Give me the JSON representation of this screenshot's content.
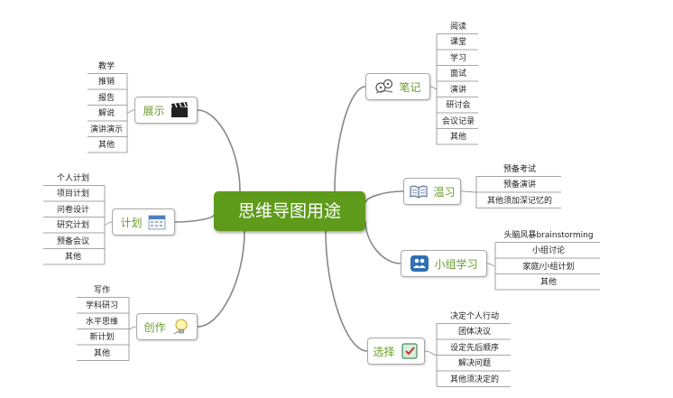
{
  "center": {
    "title": "思维导图用途"
  },
  "branches": {
    "notes": {
      "label": "笔记",
      "icon": "film-reel-icon",
      "items": [
        "阅读",
        "课堂",
        "学习",
        "面试",
        "演讲",
        "研讨会",
        "会议记录",
        "其他"
      ]
    },
    "review": {
      "label": "温习",
      "icon": "open-book-icon",
      "items": [
        "预备考试",
        "预备演讲",
        "其他须加深记忆的"
      ]
    },
    "group": {
      "label": "小组学习",
      "icon": "people-icon",
      "items": [
        "头脑风暴brainstorming",
        "小组讨论",
        "家庭/小组计划",
        "其他"
      ]
    },
    "choose": {
      "label": "选择",
      "icon": "checkbox-icon",
      "items": [
        "决定个人行动",
        "团体决议",
        "设定先后顺序",
        "解决问题",
        "其他须决定的"
      ]
    },
    "present": {
      "label": "展示",
      "icon": "clapperboard-icon",
      "items": [
        "教学",
        "推销",
        "报告",
        "解说",
        "演讲演示",
        "其他"
      ]
    },
    "plan": {
      "label": "计划",
      "icon": "calendar-icon",
      "items": [
        "个人计划",
        "项目计划",
        "问卷设计",
        "研究计划",
        "预备会议",
        "其他"
      ]
    },
    "create": {
      "label": "创作",
      "icon": "light-bulb-icon",
      "items": [
        "写作",
        "学科研习",
        "水平思维",
        "新计划",
        "其他"
      ]
    }
  },
  "colors": {
    "center": "#5e9b1a",
    "topic_text": "#6a9c2c",
    "connector": "#888888"
  }
}
